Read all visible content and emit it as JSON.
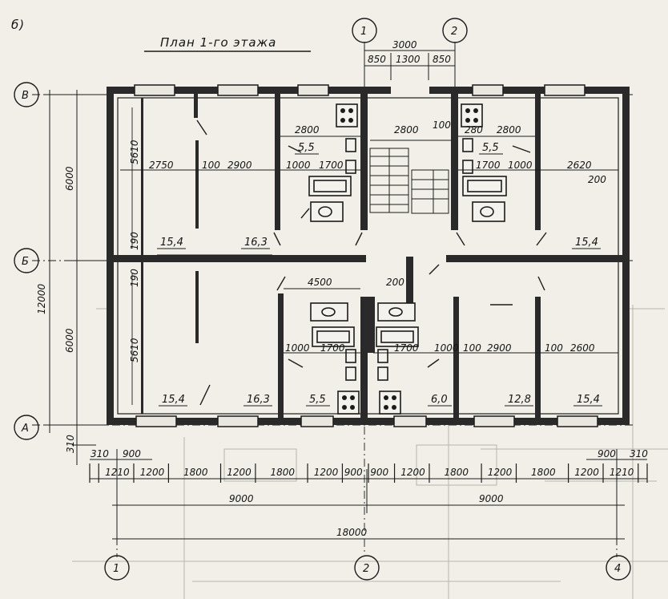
{
  "fig_label": "б)",
  "title": "План 1-го этажа",
  "axes": {
    "top_1": "1",
    "top_2": "2",
    "bottom_1": "1",
    "bottom_2": "2",
    "bottom_4": "4",
    "left_v": "В",
    "left_b": "Б",
    "left_a": "А"
  },
  "top_dims": {
    "overall": "3000",
    "left": "850",
    "mid": "1300",
    "right": "850"
  },
  "left_dims": {
    "total": "12000",
    "upper": "6000",
    "lower": "6000",
    "bottom": "310"
  },
  "room_dims": {
    "l_upper_h": "5610",
    "l_upper_190": "190",
    "l_lower_190": "190",
    "l_lower_h": "5610",
    "r_200": "200",
    "w2750": "2750",
    "w100a": "100",
    "w2900a": "2900",
    "k2800a": "2800",
    "k2800b": "2800",
    "s100a": "100",
    "k280": "280",
    "k2800c": "2800",
    "w1000a": "1000",
    "w1700a": "1700",
    "w1700b": "1700",
    "w1000b": "1000",
    "w2620": "2620",
    "w4500": "4500",
    "w200b": "200",
    "w1000c": "1000",
    "w1700c": "1700",
    "w1700d": "1700",
    "w1000d": "1000",
    "w100b": "100",
    "w2900b": "2900",
    "w100c": "100",
    "w2600": "2600"
  },
  "areas": {
    "a1": "5,5",
    "a2": "5,5",
    "a3": "15,4",
    "a4": "16,3",
    "a5": "15,4",
    "a6": "15,4",
    "a7": "16,3",
    "a8": "5,5",
    "a9": "6,0",
    "a10": "12,8",
    "a11": "15,4"
  },
  "bottom_dims": {
    "b310": "310",
    "b900l": "900",
    "b900r": "900",
    "b310r": "310",
    "seg": [
      "1210",
      "1200",
      "1800",
      "1200",
      "1800",
      "1200",
      "900",
      "900",
      "1200",
      "1800",
      "1200",
      "1800",
      "1200",
      "1210"
    ],
    "half_left": "9000",
    "half_right": "9000",
    "total": "18000"
  }
}
